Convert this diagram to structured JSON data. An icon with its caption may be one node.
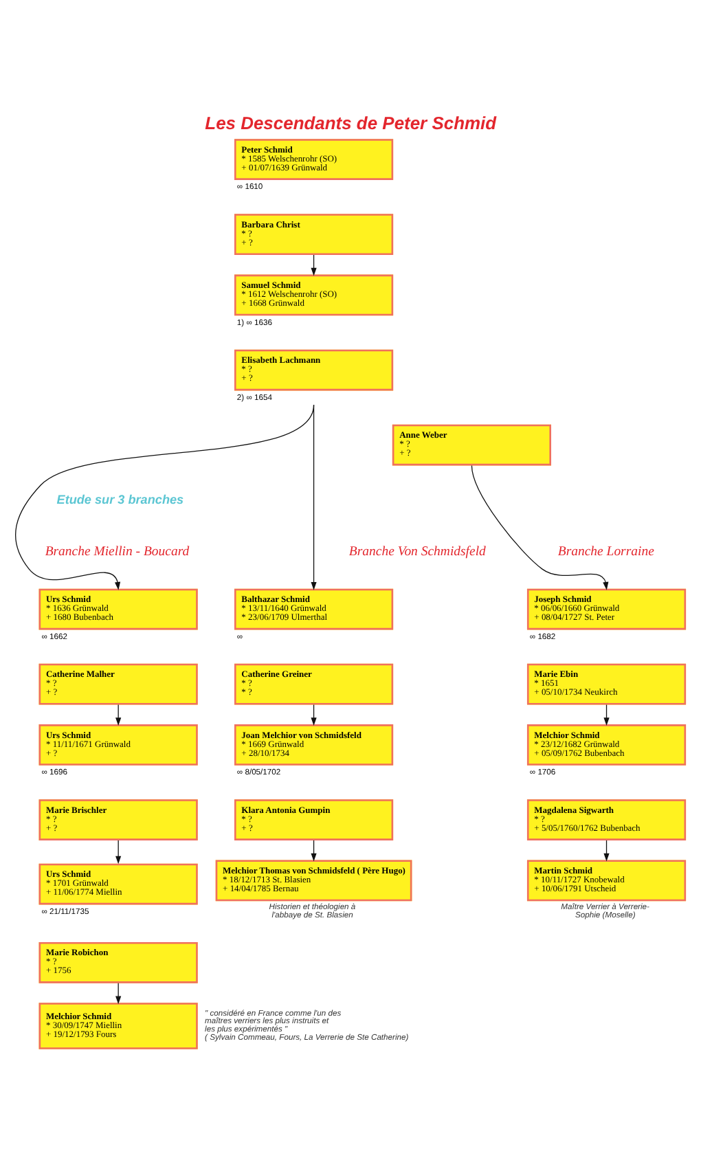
{
  "diagram": {
    "title": "Les Descendants de Peter Schmid",
    "nodes": [
      {
        "text": [
          "Peter Schmid",
          "* 1585 Welschenrohr (SO)",
          "+ 01/07/1639 Grünwald"
        ],
        "beside": [
          "∞ 1610"
        ]
      },
      {
        "text": [
          "Barbara Christ",
          "* ?",
          "+ ?"
        ]
      },
      {
        "text": [
          "Samuel Schmid",
          "* 1612 Welschenrohr (SO)",
          "+ 1668 Grünwald"
        ],
        "beside": [
          "1) ∞ 1636"
        ]
      },
      {
        "text": [
          "Elisabeth Lachmann",
          "* ?",
          "+ ?"
        ],
        "beside": [
          "2) ∞ 1654"
        ]
      },
      {
        "text": [
          "Anne Weber",
          "* ?",
          "+ ?"
        ]
      },
      {
        "text": [
          "Urs Schmid",
          "* 1636 Grünwald",
          "+ 1680 Bubenbach"
        ],
        "beside": [
          "∞ 1662"
        ]
      },
      {
        "text": [
          "Balthazar Schmid",
          "* 13/11/1640 Grünwald",
          "* 23/06/1709 Ulmerthal"
        ],
        "beside": [
          "∞"
        ]
      },
      {
        "text": [
          "Joseph Schmid",
          "* 06/06/1660 Grünwald",
          "+ 08/04/1727 St. Peter"
        ],
        "beside": [
          "∞ 1682"
        ]
      },
      {
        "text": [
          "Catherine Malher",
          "* ?",
          "+ ?"
        ]
      },
      {
        "text": [
          "Catherine Greiner",
          "* ?",
          "* ?"
        ]
      },
      {
        "text": [
          "Marie Ebin",
          "* 1651",
          "+ 05/10/1734 Neukirch"
        ]
      },
      {
        "text": [
          "Urs Schmid",
          "* 11/11/1671 Grünwald",
          "+ ?"
        ],
        "beside": [
          "∞ 1696"
        ]
      },
      {
        "text": [
          "Joan Melchior von Schmidsfeld",
          "* 1669 Grünwald",
          "+ 28/10/1734"
        ],
        "beside": [
          "∞ 8/05/1702"
        ]
      },
      {
        "text": [
          "Melchior Schmid",
          "* 23/12/1682 Grünwald",
          "+ 05/09/1762 Bubenbach"
        ],
        "beside": [
          "∞ 1706"
        ]
      },
      {
        "text": [
          "Marie Brischler",
          "* ?",
          "+ ?"
        ]
      },
      {
        "text": [
          "Klara Antonia Gumpin",
          "* ?",
          "+ ?"
        ]
      },
      {
        "text": [
          "Magdalena Sigwarth",
          "* ?",
          "+ 5/05/1760/1762 Bubenbach"
        ]
      },
      {
        "text": [
          "Urs Schmid",
          "* 1701 Grünwald",
          "+ 11/06/1774 Miellin"
        ],
        "beside": [
          "∞ 21/11/1735"
        ]
      },
      {
        "text": [
          "Melchior Thomas von Schmidsfeld ( Père Hugo)",
          "* 18/12/1713 St. Blasien",
          "+ 14/04/1785 Bernau"
        ],
        "beside": [
          "Historien et théologien à l'abbaye de St. Blasien"
        ]
      },
      {
        "text": [
          "Martin Schmid",
          "* 10/11/1727 Knobewald",
          "+ 10/06/1791 Utscheid"
        ],
        "beside": [
          "Maître Verrier à Verrerie-Sophie (Moselle)"
        ]
      },
      {
        "text": [
          "Marie Robichon",
          "* ?",
          "+ 1756"
        ]
      },
      {
        "text": [
          "Melchior Schmid",
          "* 30/09/1747 Miellin",
          "+ 19/12/1793 Fours"
        ],
        "beside": [
          "\" considéré en France comme l'un des maîtres verriers les plus instruits et les plus expérimentés \"",
          "( Sylvain Commeau, Fours, La Verrerie de Ste Catherine)"
        ]
      }
    ],
    "edges": [
      {
        "from": 1,
        "to": 2,
        "arrow": "to"
      },
      {
        "from": 3,
        "to": 5,
        "arrow": "to"
      },
      {
        "from": 3,
        "to": 6,
        "arrow": "to"
      },
      {
        "from": 4,
        "to": 7,
        "arrow": "to"
      },
      {
        "from": 8,
        "to": 11,
        "arrow": "to"
      },
      {
        "from": 9,
        "to": 12,
        "arrow": "to"
      },
      {
        "from": 10,
        "to": 13,
        "arrow": "to"
      },
      {
        "from": 14,
        "to": 17,
        "arrow": "to"
      },
      {
        "from": 15,
        "to": 18,
        "arrow": "to"
      },
      {
        "from": 16,
        "to": 19,
        "arrow": "to"
      },
      {
        "from": 20,
        "to": 21,
        "arrow": "to"
      }
    ],
    "labels": [
      "Etude sur 3 branches",
      "Branche Miellin - Boucard",
      "Branche Von Schmidsfeld",
      "Branche Lorraine"
    ]
  }
}
